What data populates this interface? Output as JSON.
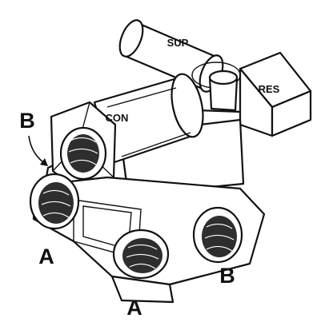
{
  "diagram": {
    "labels": {
      "sup": "SUP",
      "res": "RES",
      "con": "CON",
      "port_b_upper": "B",
      "port_b_lower": "B",
      "port_a_left": "A",
      "port_a_bottom": "A"
    },
    "colors": {
      "ink": "#111111",
      "thread_shade": "#2e2e2e",
      "background": "#ffffff"
    }
  }
}
